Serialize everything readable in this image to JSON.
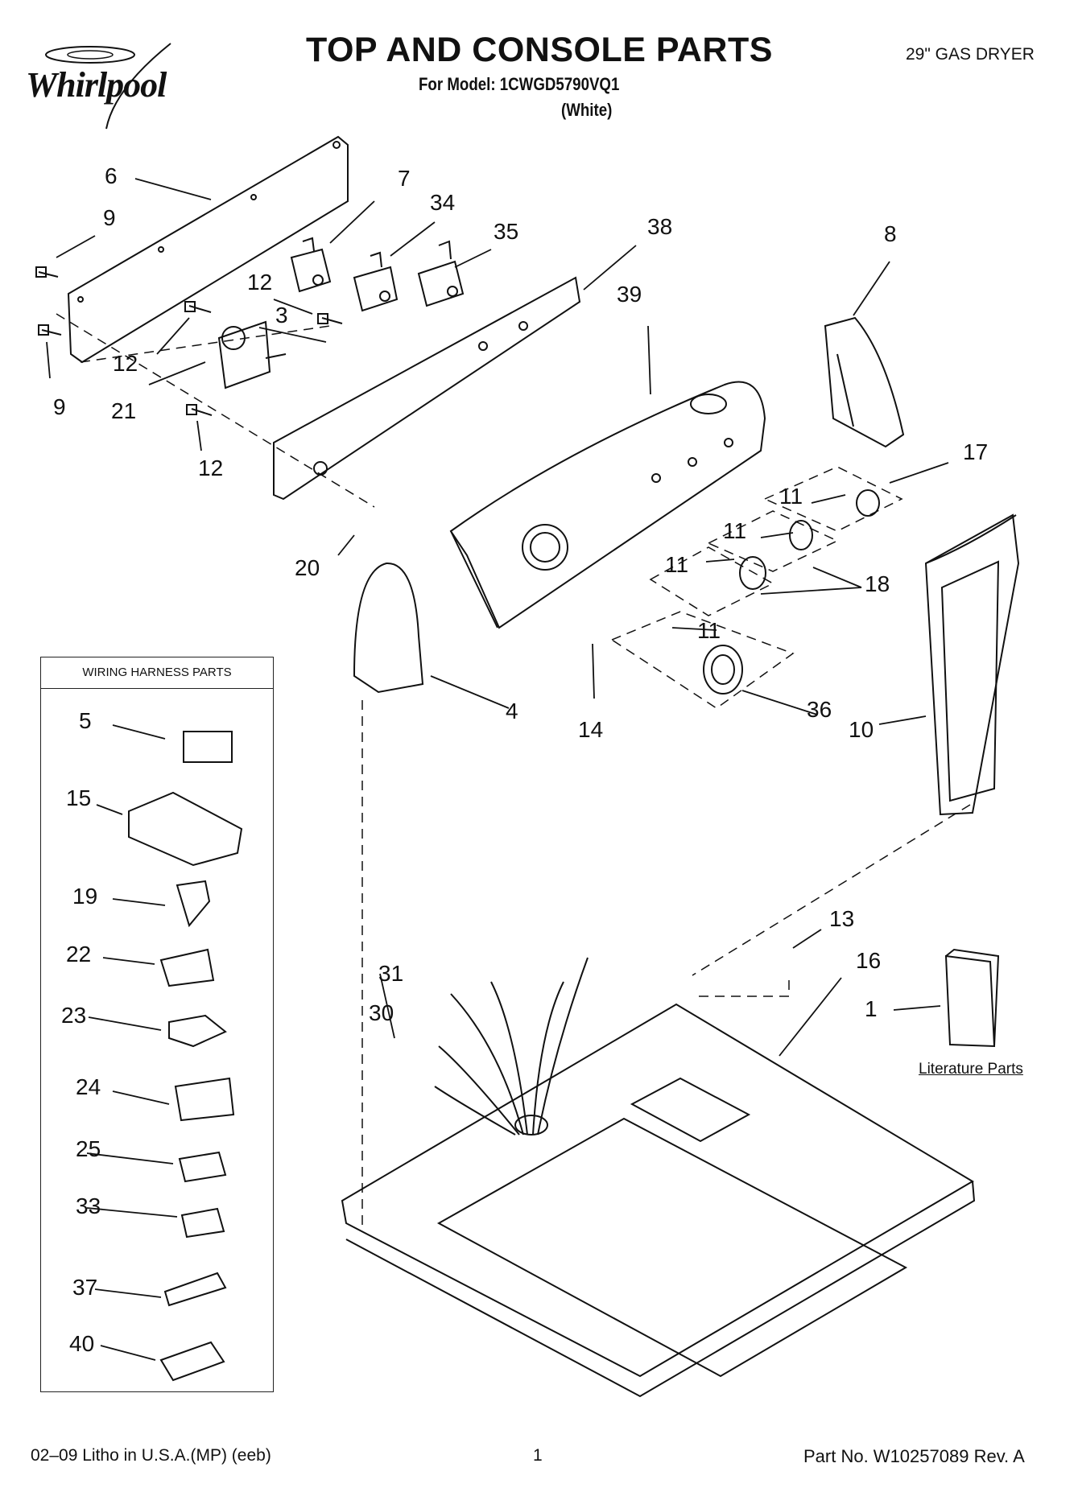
{
  "header": {
    "brand": "Whirlpool",
    "title": "TOP AND CONSOLE PARTS",
    "model_line": "For Model: 1CWGD5790VQ1",
    "color_line": "(White)",
    "product": "29\" GAS DRYER"
  },
  "callouts": [
    "6",
    "9",
    "7",
    "34",
    "35",
    "38",
    "12",
    "3",
    "39",
    "8",
    "12",
    "9",
    "21",
    "12",
    "17",
    "11",
    "11",
    "11",
    "20",
    "18",
    "11",
    "14",
    "4",
    "36",
    "10",
    "13",
    "16",
    "31",
    "30",
    "1"
  ],
  "harness": {
    "heading": "WIRING HARNESS PARTS",
    "items": [
      "5",
      "15",
      "19",
      "22",
      "23",
      "24",
      "25",
      "33",
      "37",
      "40"
    ]
  },
  "literature_label": "Literature Parts",
  "footer": {
    "left": "02–09 Litho in U.S.A.(MP) (eeb)",
    "page": "1",
    "part_no": "Part No. W10257089 Rev. A"
  }
}
